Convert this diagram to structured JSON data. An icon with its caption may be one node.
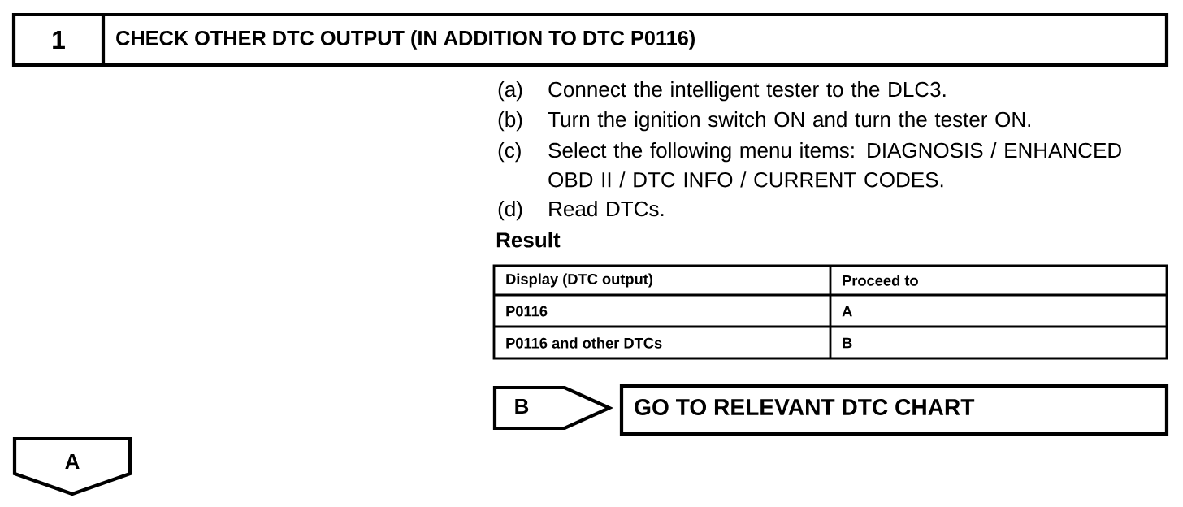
{
  "diagram": {
    "nodes": [
      {
        "text": [
          "1",
          "CHECK OTHER DTC OUTPUT (IN ADDITION TO DTC P0116)"
        ]
      },
      {
        "text": [
          "B"
        ]
      },
      {
        "text": [
          "GO TO RELEVANT DTC CHART"
        ]
      },
      {
        "text": [
          "A"
        ]
      }
    ],
    "labels": [
      "(a)",
      "Connect the intelligent tester to the DLC3.",
      "(b)",
      "Turn the ignition switch ON and turn the tester ON.",
      "(c)",
      "Select the following menu items: DIAGNOSIS / ENHANCED OBD II / DTC INFO / CURRENT CODES.",
      "(d)",
      "Read DTCs.",
      "Result",
      "Display (DTC output)",
      "Proceed to",
      "P0116",
      "A",
      "P0116 and other DTCs",
      "B"
    ]
  }
}
